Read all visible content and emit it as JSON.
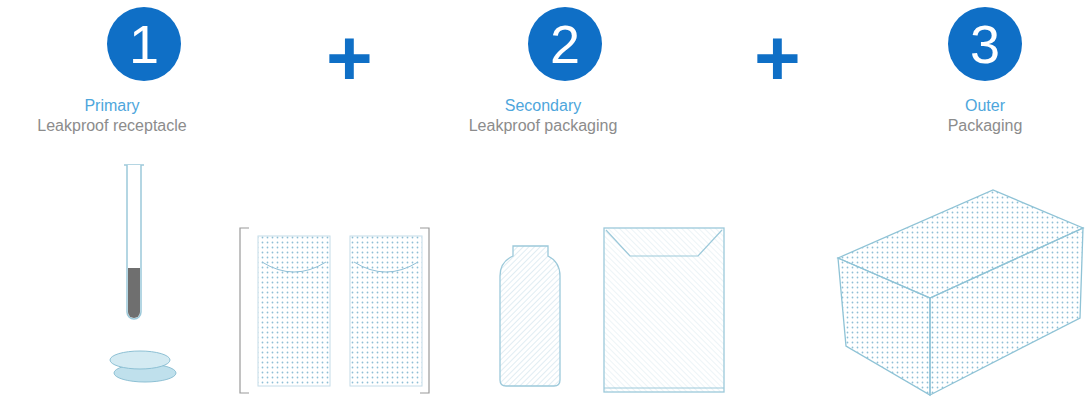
{
  "diagram": {
    "nodes": [
      {
        "text": [
          "1",
          "Primary",
          "Leakproof receptacle"
        ]
      },
      {
        "text": [
          "2",
          "Secondary",
          "Leakproof packaging"
        ]
      },
      {
        "text": [
          "3",
          "Outer",
          "Packaging"
        ]
      }
    ],
    "labels": [
      "+",
      "+"
    ]
  }
}
